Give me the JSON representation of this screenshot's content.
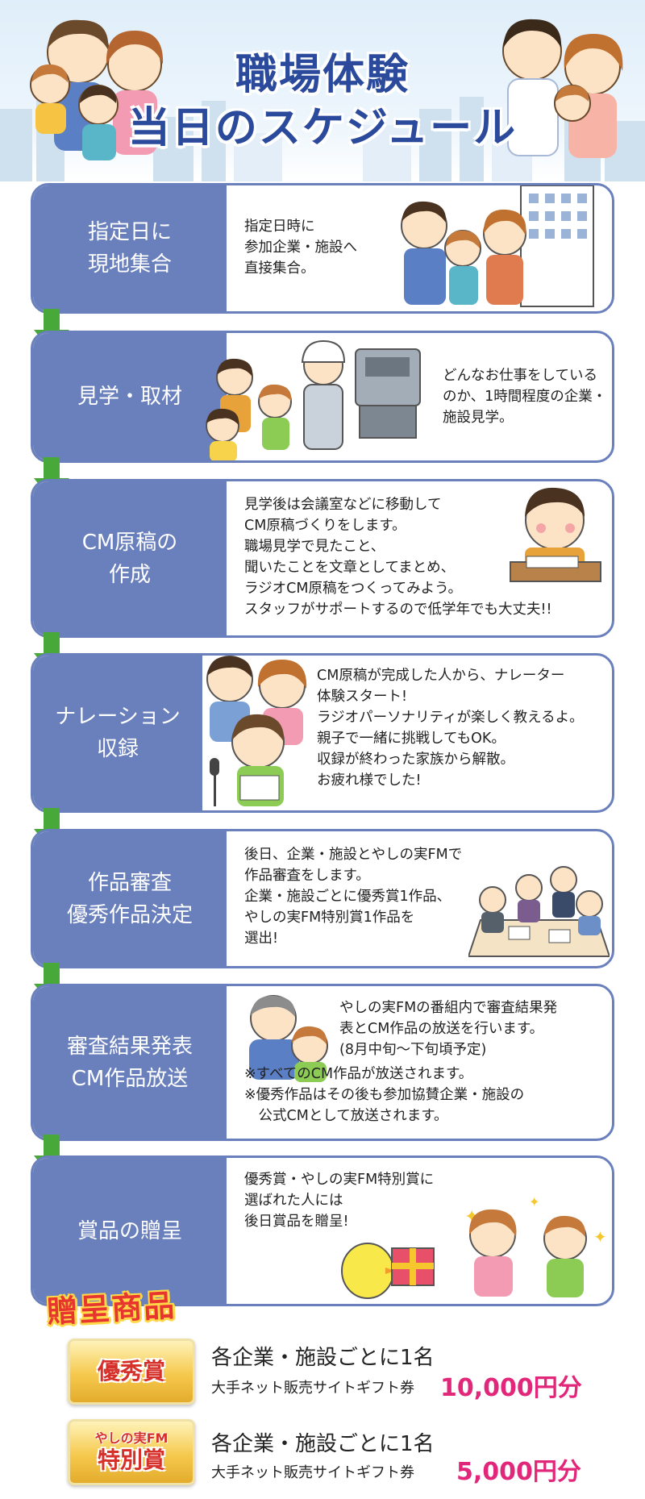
{
  "header": {
    "title_line1": "職場体験",
    "title_line2": "当日のスケジュール",
    "title_color": "#2b4a9c"
  },
  "accent": {
    "step_blue": "#6a80bd",
    "arrow_green": "#49a83a",
    "prize_red": "#e7352f",
    "amount_pink": "#e2267a"
  },
  "steps": [
    {
      "label": "指定日に\n現地集合",
      "desc": "指定日時に\n参加企業・施設へ\n直接集合。"
    },
    {
      "label": "見学・取材",
      "desc": "どんなお仕事をしている\nのか、1時間程度の企業・\n施設見学。"
    },
    {
      "label": "CM原稿の\n作成",
      "desc": "見学後は会議室などに移動して\nCM原稿づくりをします。\n職場見学で見たこと、\n聞いたことを文章としてまとめ、\nラジオCM原稿をつくってみよう。\nスタッフがサポートするので低学年でも大丈夫!!"
    },
    {
      "label": "ナレーション\n収録",
      "desc": "CM原稿が完成した人から、ナレーター\n体験スタート!\nラジオパーソナリティが楽しく教えるよ。\n親子で一緒に挑戦してもOK。\n収録が終わった家族から解散。\nお疲れ様でした!"
    },
    {
      "label": "作品審査\n優秀作品決定",
      "desc": "後日、企業・施設とやしの実FMで\n作品審査をします。\n企業・施設ごとに優秀賞1作品、\nやしの実FM特別賞1作品を\n選出!"
    },
    {
      "label": "審査結果発表\nCM作品放送",
      "desc": "やしの実FMの番組内で審査結果発\n表とCM作品の放送を行います。\n(8月中旬〜下旬頃予定)",
      "note": "※すべてのCM作品が放送されます。\n※優秀作品はその後も参加協賛企業・施設の\n　公式CMとして放送されます。"
    },
    {
      "label": "賞品の贈呈",
      "desc": "優秀賞・やしの実FM特別賞に\n選ばれた人には\n後日賞品を贈呈!"
    }
  ],
  "prizes": {
    "heading": "贈呈商品",
    "items": [
      {
        "badge_small": "",
        "badge": "優秀賞",
        "line1": "各企業・施設ごとに1名",
        "line2": "大手ネット販売サイトギフト券",
        "amount": "10,000円分"
      },
      {
        "badge_small": "やしの実FM",
        "badge": "特別賞",
        "line1": "各企業・施設ごとに1名",
        "line2": "大手ネット販売サイトギフト券",
        "amount": "5,000円分"
      }
    ]
  }
}
